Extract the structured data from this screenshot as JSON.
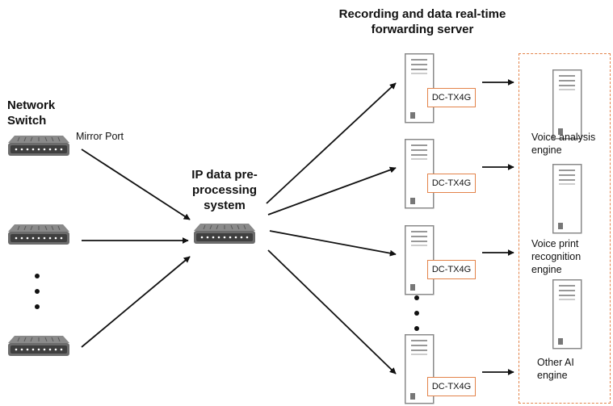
{
  "title": {
    "line1": "Recording and data real-time",
    "line2": "forwarding server"
  },
  "network_switch": {
    "line1": "Network",
    "line2": "Switch",
    "mirror_port": "Mirror Port"
  },
  "preprocessing": {
    "line1": "IP data pre-",
    "line2": "processing",
    "line3": "system"
  },
  "cards": [
    "DC-TX4G",
    "DC-TX4G",
    "DC-TX4G",
    "DC-TX4G"
  ],
  "engines": {
    "voice_analysis": {
      "line1": "Voice analysis",
      "line2": "engine"
    },
    "voice_print": {
      "line1": "Voice print",
      "line2": "recognition",
      "line3": "engine"
    },
    "other_ai": {
      "line1": "Other AI",
      "line2": "engine"
    }
  },
  "colors": {
    "accent_orange": "#e3834a",
    "device_gray": "#7b7b7b",
    "line_black": "#111111"
  },
  "icons": {
    "switch": "network-switch-icon",
    "server": "server-tower-icon"
  }
}
